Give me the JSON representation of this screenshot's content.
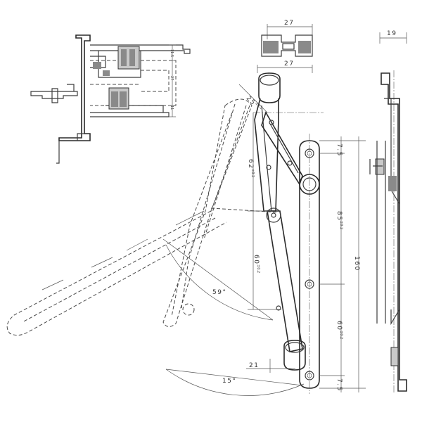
{
  "dimensions": {
    "width_top": "27",
    "width_arm": "27",
    "depth_side": "19",
    "offset_pivot": "25",
    "tol_pivot": "±0.2",
    "arm_upper": "62",
    "tol_arm_upper": "±0.2",
    "spacing_upper": "85",
    "tol_spacing_upper": "±0.2",
    "arm_lower": "60",
    "tol_arm_lower": "±0.2",
    "spacing_lower": "60",
    "tol_spacing_lower": "±0.2",
    "total_length": "160",
    "end_top": "7.5",
    "end_bottom": "7.5",
    "slot_offset": "21",
    "angle_open": "59°",
    "angle_small": "15°",
    "section_a": "11.5",
    "section_b": "27",
    "section_c": "11"
  }
}
